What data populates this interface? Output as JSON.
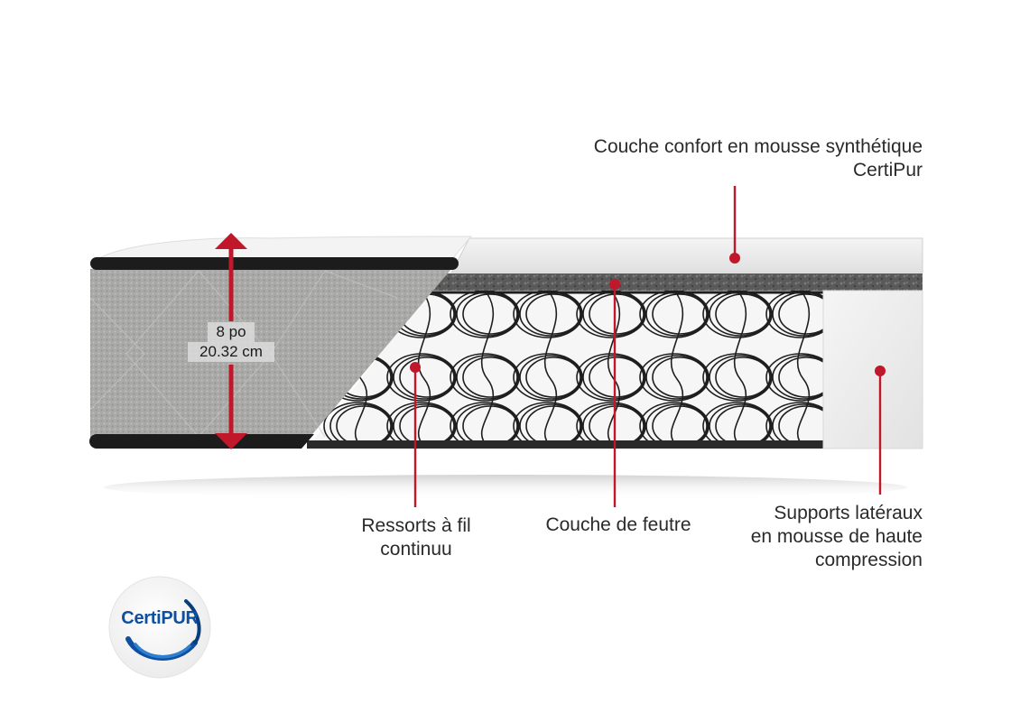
{
  "labels": {
    "comfort_layer": [
      "Couche confort en mousse synthétique",
      "CertiPur"
    ],
    "springs": [
      "Ressorts à fil",
      "continuu"
    ],
    "felt_layer": "Couche de feutre",
    "side_supports": [
      "Supports latéraux",
      "en mousse de haute",
      "compression"
    ]
  },
  "dimension": {
    "height_in": "8 po",
    "height_cm": "20.32 cm"
  },
  "badge": {
    "text": "CertiPUR"
  },
  "colors": {
    "accent": "#c0172b",
    "quilt": "#a9aaa7",
    "border_band": "#1c1c1c",
    "foam": "#ececec",
    "felt": "#5a5a5a",
    "badge_blue": "#0e4fa0"
  }
}
